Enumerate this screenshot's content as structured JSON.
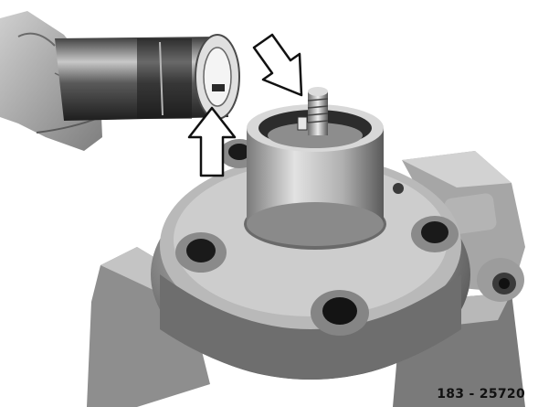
{
  "figure": {
    "reference_code": "183 - 25720",
    "depicts": [
      "hand-holding-sleeve-tool",
      "pump-housing",
      "threaded-stud",
      "woodruff-key",
      "direction-arrows"
    ]
  }
}
